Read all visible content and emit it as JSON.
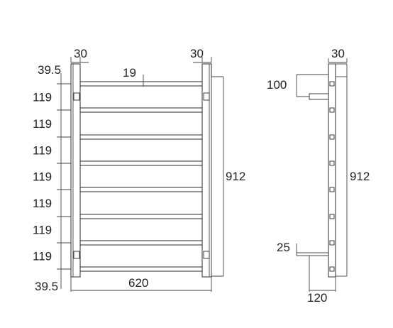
{
  "front_view": {
    "top_left_post_width": "30",
    "top_right_post_width": "30",
    "top_offset": "39.5",
    "bar_diameter": "19",
    "bar_spacings": [
      "119",
      "119",
      "119",
      "119",
      "119",
      "119",
      "119"
    ],
    "bottom_offset": "39.5",
    "overall_width": "620",
    "overall_height": "912"
  },
  "side_view": {
    "post_width": "30",
    "top_bracket_depth": "100",
    "bottom_bracket_height": "25",
    "wall_depth": "120",
    "overall_height": "912"
  },
  "colors": {
    "line": "#2b2b2b",
    "text": "#222222",
    "background": "#ffffff"
  },
  "icons": {
    "bracket": "wall-bracket-icon"
  }
}
